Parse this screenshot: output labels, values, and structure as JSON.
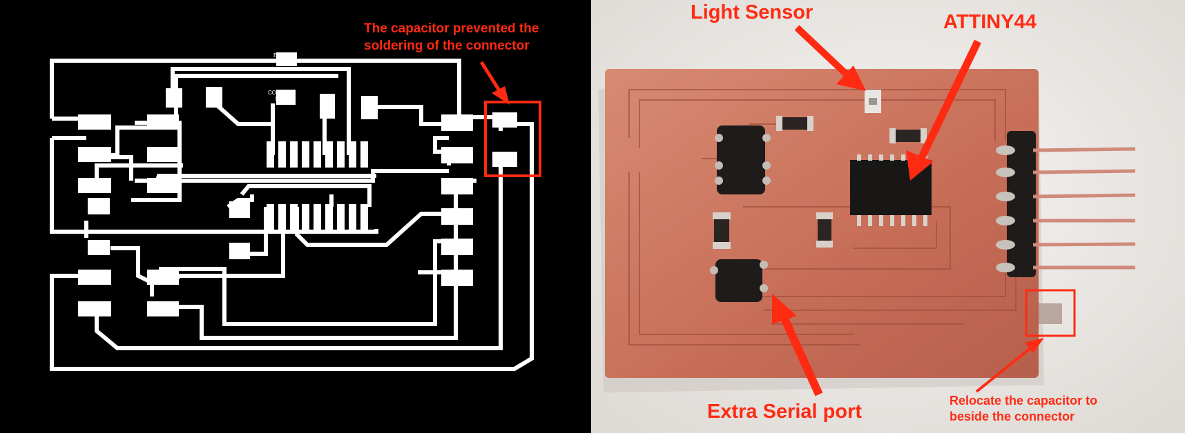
{
  "layout_image": {
    "annotation": "The capacitor prevented the soldering of the connector",
    "annotation_lines": [
      "The capacitor prevented the",
      "soldering of the connector"
    ],
    "silkscreen": {
      "top_label": "E  R",
      "mid_label_1": "CO",
      "mid_label_2": "S"
    }
  },
  "photo": {
    "labels": {
      "light_sensor": "Light Sensor",
      "attiny": "ATTINY44",
      "serial_port": "Extra Serial port",
      "relocate_line_1": "Relocate the capacitor to",
      "relocate_line_2": "beside the connector"
    }
  },
  "colors": {
    "annotation": "#ff2a12",
    "trace": "#ffffff",
    "background": "#000000",
    "copper": "#c96f5a"
  },
  "icons": [
    "arrow-icon",
    "highlight-box-icon"
  ]
}
